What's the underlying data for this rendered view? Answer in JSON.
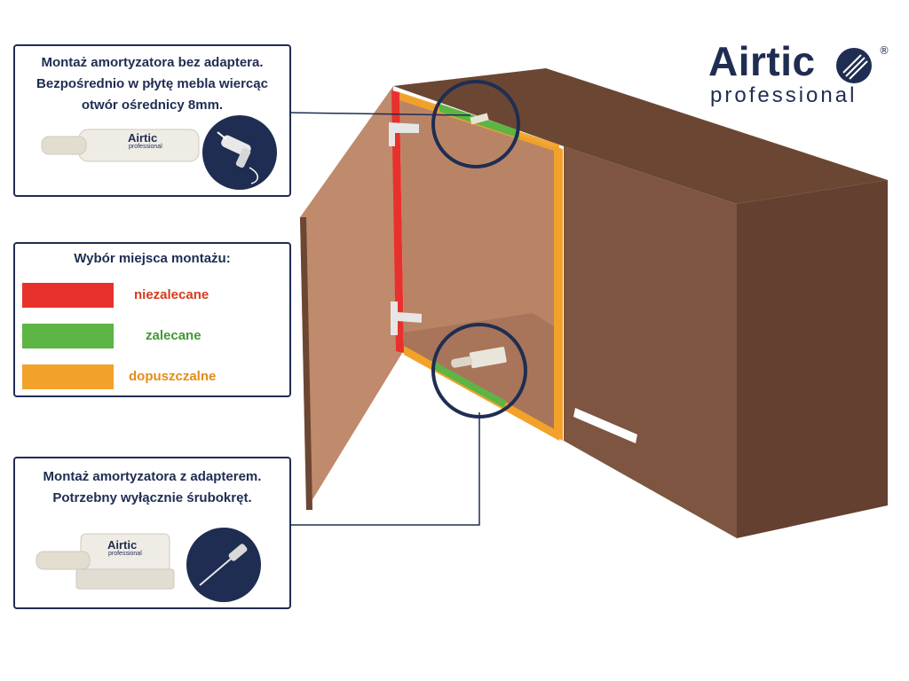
{
  "logo": {
    "name": "Airtic",
    "subtitle": "professional",
    "registered": "®"
  },
  "callout_top": {
    "line1": "Montaż amortyzatora bez adaptera.",
    "line2": "Bezpośrednio w płytę mebla wiercąc",
    "line3": "otwór ośrednicy 8mm.",
    "product_label": "Airtic",
    "product_sub": "professional"
  },
  "legend": {
    "title": "Wybór miejsca montażu:",
    "items": [
      {
        "label": "niezalecane",
        "color": "#e8312c",
        "text_color": "#d63a1e"
      },
      {
        "label": "zalecane",
        "color": "#5cb544",
        "text_color": "#3f9a30"
      },
      {
        "label": "dopuszczalne",
        "color": "#f2a22a",
        "text_color": "#e58c16"
      }
    ]
  },
  "callout_bottom": {
    "line1": "Montaż amortyzatora z adapterem.",
    "line2": "Potrzebny wyłącznie śrubokręt.",
    "product_label": "Airtic",
    "product_sub": "professional"
  },
  "colors": {
    "navy": "#1f2d52",
    "cabinet_dark": "#6b4733",
    "cabinet_mid": "#7d5540",
    "cabinet_inside": "#b98466",
    "door": "#c08a6c"
  }
}
